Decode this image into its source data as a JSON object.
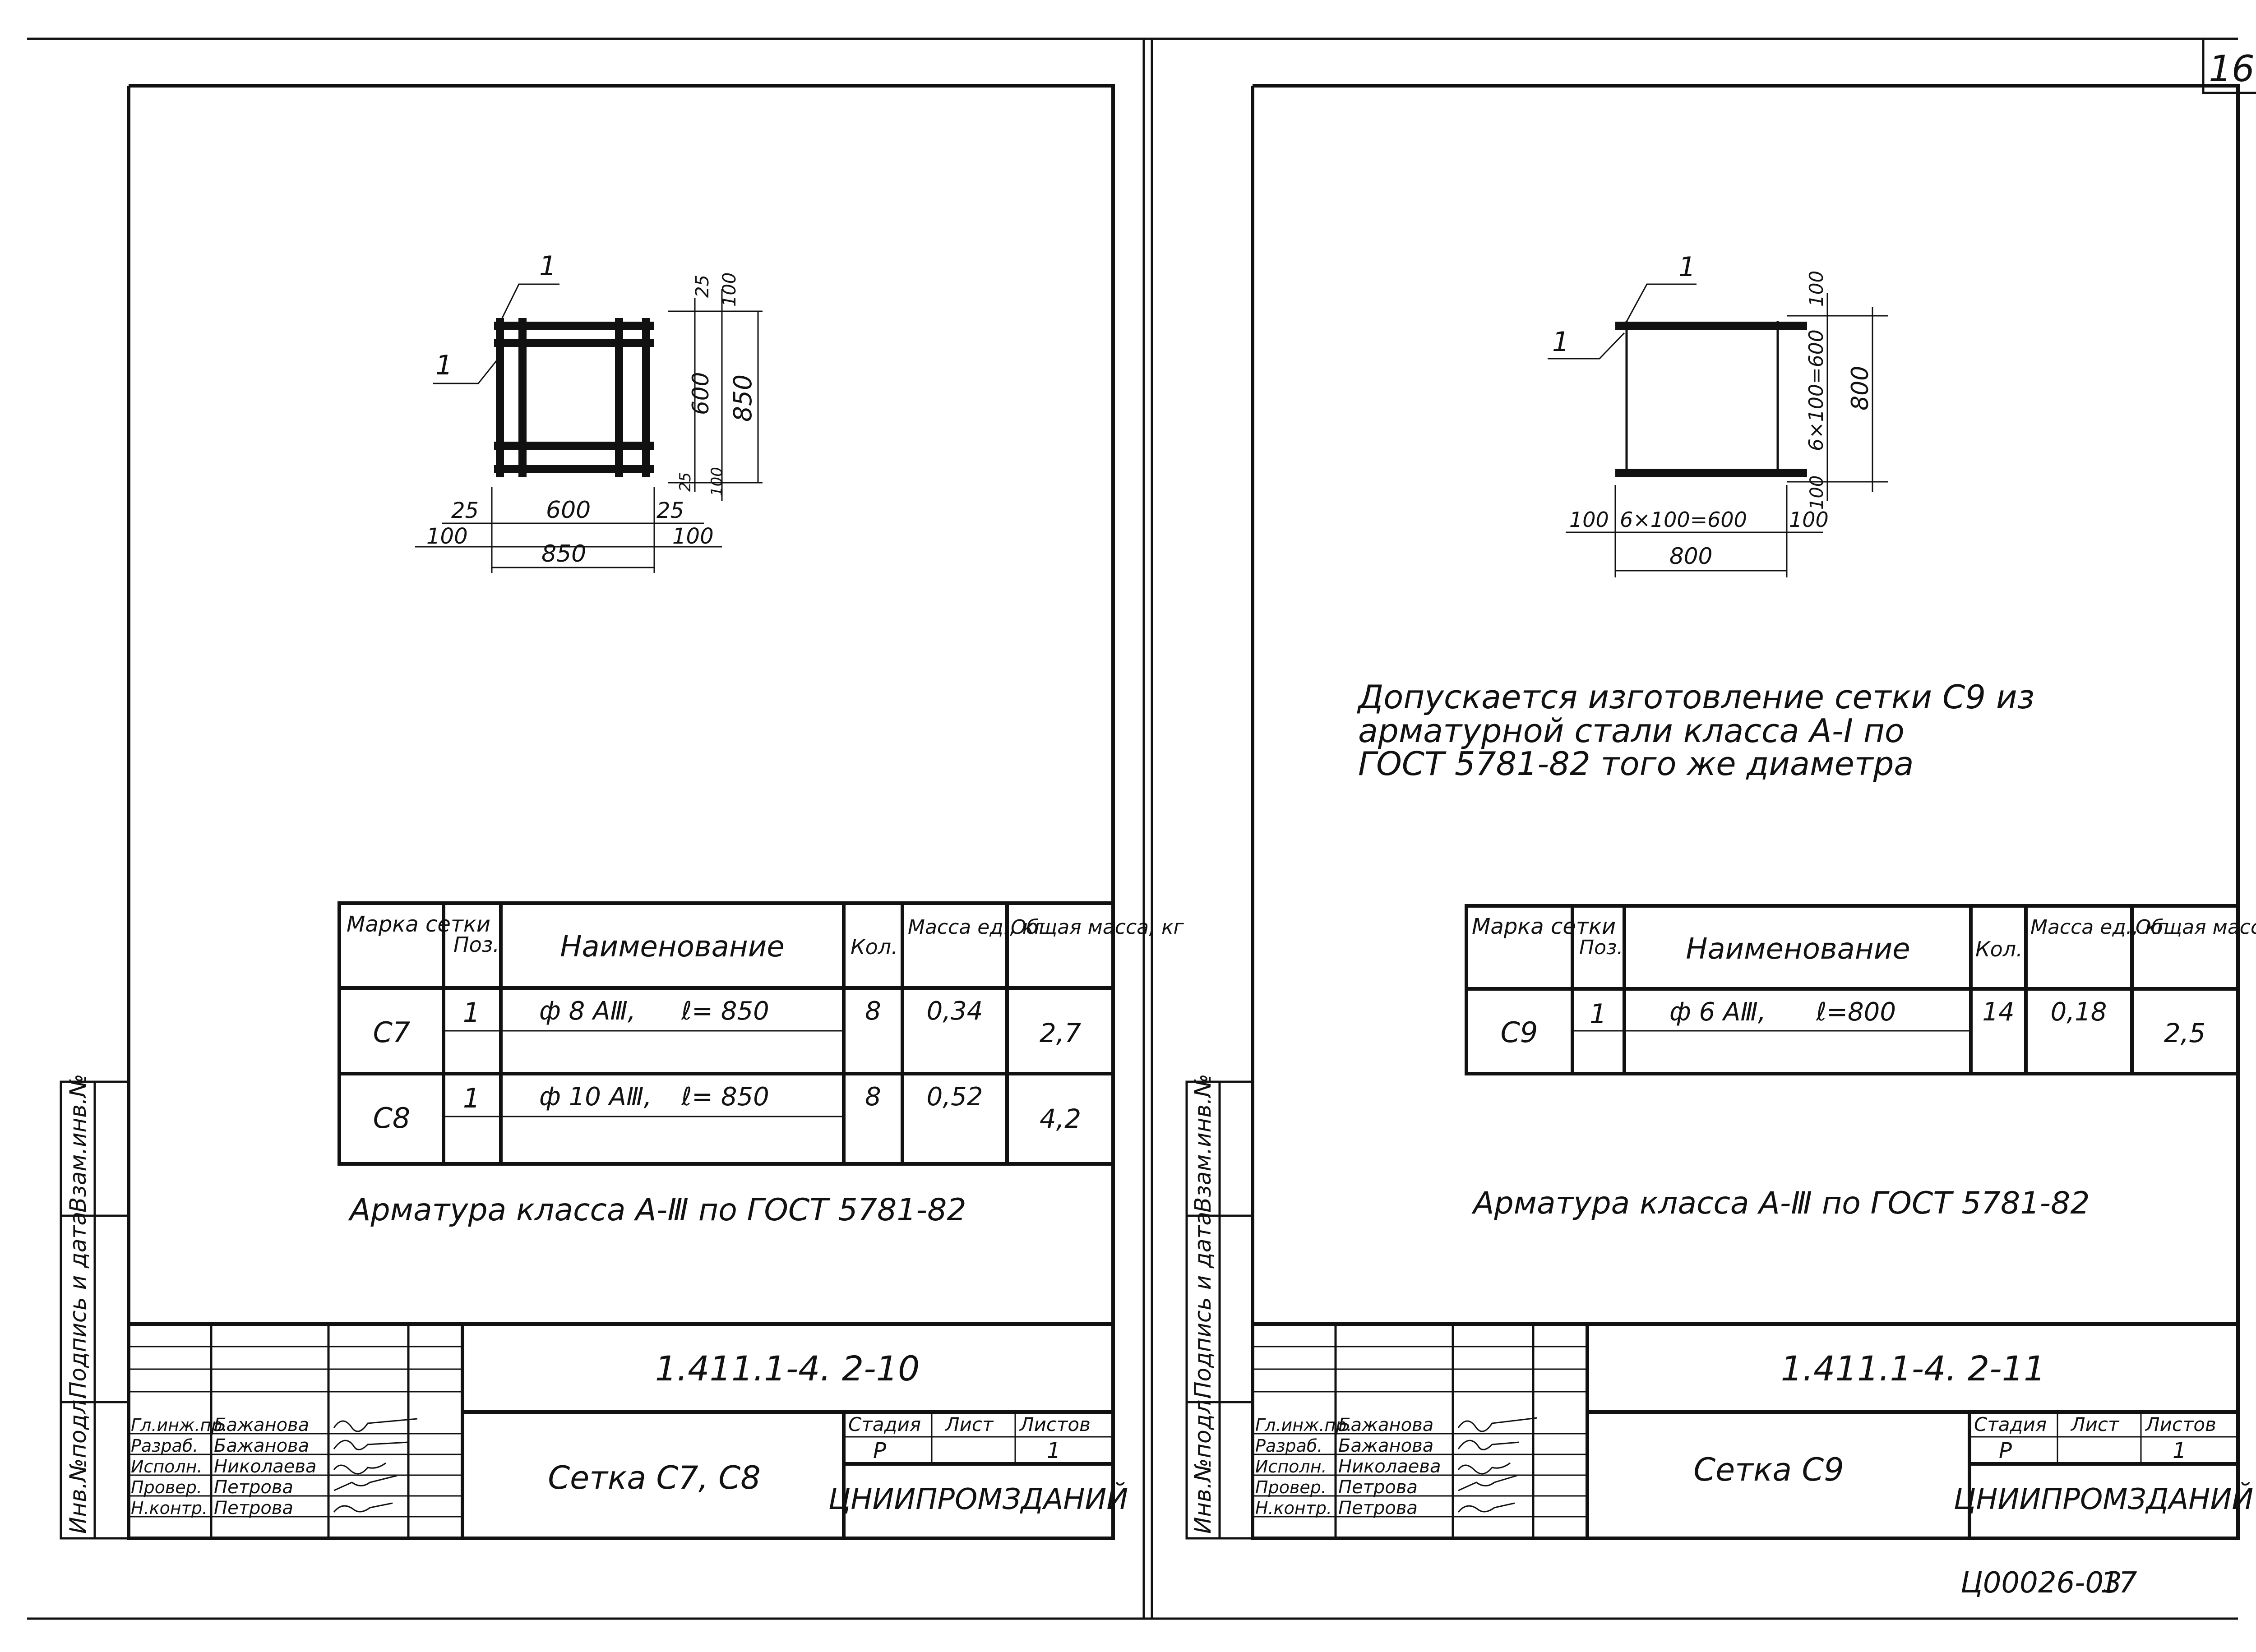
{
  "page_number": "16",
  "archive_number": "Ц00026-03",
  "archive_sheet": "17",
  "margin_labels": [
    "Инв.№подл.",
    "Подпись и дата",
    "Взам.инв.№"
  ],
  "left_sheet": {
    "drawing": {
      "callout_top": "1",
      "callout_left": "1",
      "dims_right": [
        "25",
        "100",
        "600",
        "850",
        "25",
        "100"
      ],
      "dims_bottom": [
        "25",
        "600",
        "25",
        "100",
        "850",
        "100"
      ]
    },
    "table": {
      "headers": [
        "Марка сетки",
        "Поз.",
        "Наименование",
        "Кол.",
        "Масса ед., кг",
        "Общая масса, кг"
      ],
      "rows": [
        {
          "mark": "С7",
          "pos": "1",
          "name": "ф 8 АⅢ,",
          "length": "ℓ= 850",
          "qty": "8",
          "unit_mass": "0,34",
          "total_mass": "2,7"
        },
        {
          "mark": "С8",
          "pos": "1",
          "name": "ф 10 АⅢ,",
          "length": "ℓ= 850",
          "qty": "8",
          "unit_mass": "0,52",
          "total_mass": "4,2"
        }
      ]
    },
    "note": "Арматура класса А-Ⅲ по ГОСТ 5781-82",
    "stamp": {
      "code": "1.411.1-4. 2-10",
      "title": "Сетка С7, С8",
      "stage_header": "Стадия",
      "sheet_header": "Лист",
      "sheets_header": "Листов",
      "stage": "Р",
      "sheets": "1",
      "org": "ЦНИИПРОМЗДАНИЙ",
      "roles": [
        "Гл.инж.пр.",
        "Разраб.",
        "Исполн.",
        "Провер.",
        "Н.контр."
      ],
      "names": [
        "Бажанова",
        "Бажанова",
        "Николаева",
        "Петрова",
        "Петрова"
      ]
    }
  },
  "right_sheet": {
    "drawing": {
      "callout_top": "1",
      "callout_left": "1",
      "dims_right": [
        "100",
        "6×100=600",
        "800",
        "100"
      ],
      "dims_bottom": [
        "100",
        "6×100=600",
        "100",
        "800"
      ]
    },
    "allowance_note": [
      "Допускается изготовление сетки С9 из",
      "арматурной стали класса А-I по",
      "ГОСТ 5781-82 того же диаметра"
    ],
    "table": {
      "headers": [
        "Марка сетки",
        "Поз.",
        "Наименование",
        "Кол.",
        "Масса ед., кг",
        "Общая масса, кг"
      ],
      "rows": [
        {
          "mark": "С9",
          "pos": "1",
          "name": "ф 6 АⅢ,",
          "length": "ℓ=800",
          "qty": "14",
          "unit_mass": "0,18",
          "total_mass": "2,5"
        }
      ]
    },
    "note": "Арматура класса А-Ⅲ по ГОСТ 5781-82",
    "stamp": {
      "code": "1.411.1-4. 2-11",
      "title": "Сетка С9",
      "stage_header": "Стадия",
      "sheet_header": "Лист",
      "sheets_header": "Листов",
      "stage": "Р",
      "sheets": "1",
      "org": "ЦНИИПРОМЗДАНИЙ",
      "roles": [
        "Гл.инж.пр.",
        "Разраб.",
        "Исполн.",
        "Провер.",
        "Н.контр."
      ],
      "names": [
        "Бажанова",
        "Бажанова",
        "Николаева",
        "Петрова",
        "Петрова"
      ]
    }
  }
}
